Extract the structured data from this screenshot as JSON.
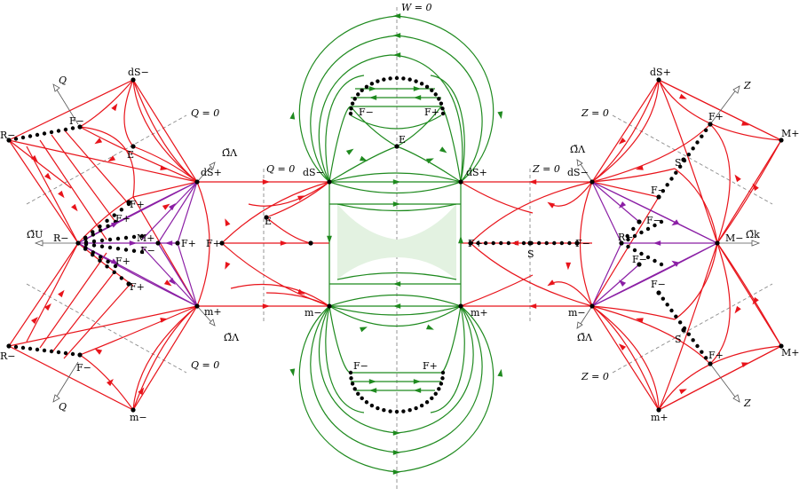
{
  "labels": {
    "W0": "W = 0",
    "Q0_top": "Q = 0",
    "Q0_mid": "Q = 0",
    "Q0_bot": "Q = 0",
    "Z0_top": "Z = 0",
    "Z0_mid": "Z = 0",
    "Z0_bot": "Z = 0",
    "Q_top": "Q",
    "Q_bot": "Q",
    "Z_top": "Z",
    "Z_bot": "Z",
    "OmU": "Ω̃U",
    "OmL_left_top": "Ω̃Λ",
    "OmL_left_bot": "Ω̃Λ",
    "OmK": "Ω̃k",
    "OmL_right_top": "Ω̃Λ",
    "OmL_right_bot": "Ω̃Λ"
  },
  "points": {
    "dSm_left": "dS−",
    "dSp_left": "dS+",
    "Rm_top": "R−",
    "Rm_mid": "R−",
    "Rm_bot": "R−",
    "Fm_left_top": "F−",
    "Fp_left_a": "F+",
    "Fp_left_b": "F+",
    "Fp_left_c": "F+",
    "Fp_left_d": "F+",
    "Fm_left_bot": "F−",
    "E_left_top": "E",
    "Mp_left": "M+",
    "Fm_left_in": "F−",
    "Fp_left_in": "F+",
    "mp_left": "m+",
    "mm_left": "m−",
    "Fp_center_left": "F+",
    "E_center": "E",
    "dSm_c": "dS−",
    "dSp_c": "dS+",
    "Fm_c_top": "F−",
    "Fp_c_top": "F+",
    "E_c_top": "E",
    "Fm_c_bot": "F−",
    "Fp_c_bot": "F+",
    "mm_c": "m−",
    "mp_c": "m+",
    "Fp_cr": "F+",
    "S_mid": "S",
    "Fm_cr": "F−",
    "dSm_r": "dS−",
    "dSp_r": "dS+",
    "Mp_r_top": "M+",
    "Mm_r": "M−",
    "Mp_r_bot": "M+",
    "Fp_r_top": "F+",
    "S_r_top": "S",
    "Fm_r_a": "F−",
    "Fm_r_b": "F−",
    "Rm_r": "R−",
    "Fm_r_c": "F−",
    "Fm_r_d": "F−",
    "S_r_bot": "S",
    "Fp_r_bot": "F+",
    "mm_r": "m−",
    "mp_r": "m+"
  },
  "colors": {
    "red": "#e8141b",
    "green": "#1f8a1f",
    "purple": "#8b1fa5",
    "light_green": "#e3f2e1"
  }
}
